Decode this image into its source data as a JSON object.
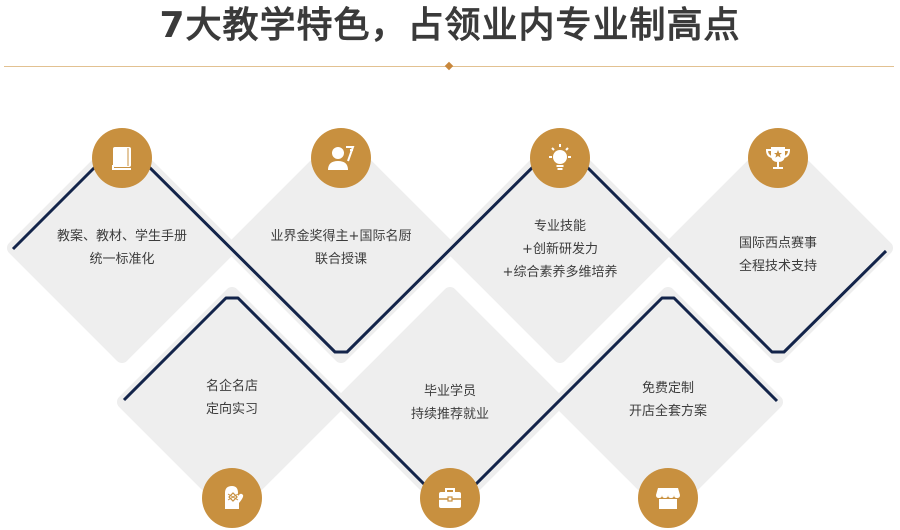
{
  "header": {
    "title": "7大教学特色，占领业内专业制高点"
  },
  "colors": {
    "accent": "#c8903f",
    "line": "#13244a",
    "tile": "#eeeeee",
    "divider": "#e2c191",
    "title": "#3a3a3a"
  },
  "features": [
    {
      "icon": "book-icon",
      "lines": [
        "教案、教材、学生手册",
        "统一标准化"
      ]
    },
    {
      "icon": "teacher-icon",
      "lines": [
        "业界金奖得主+国际名厨",
        "联合授课"
      ]
    },
    {
      "icon": "lightbulb-icon",
      "lines": [
        "专业技能",
        "+创新研发力",
        "+综合素养多维培养"
      ]
    },
    {
      "icon": "trophy-icon",
      "lines": [
        "国际西点赛事",
        "全程技术支持"
      ]
    },
    {
      "icon": "oven-mitt-icon",
      "lines": [
        "名企名店",
        "定向实习"
      ]
    },
    {
      "icon": "briefcase-icon",
      "lines": [
        "毕业学员",
        "持续推荐就业"
      ]
    },
    {
      "icon": "storefront-icon",
      "lines": [
        "免费定制",
        "开店全套方案"
      ]
    }
  ]
}
